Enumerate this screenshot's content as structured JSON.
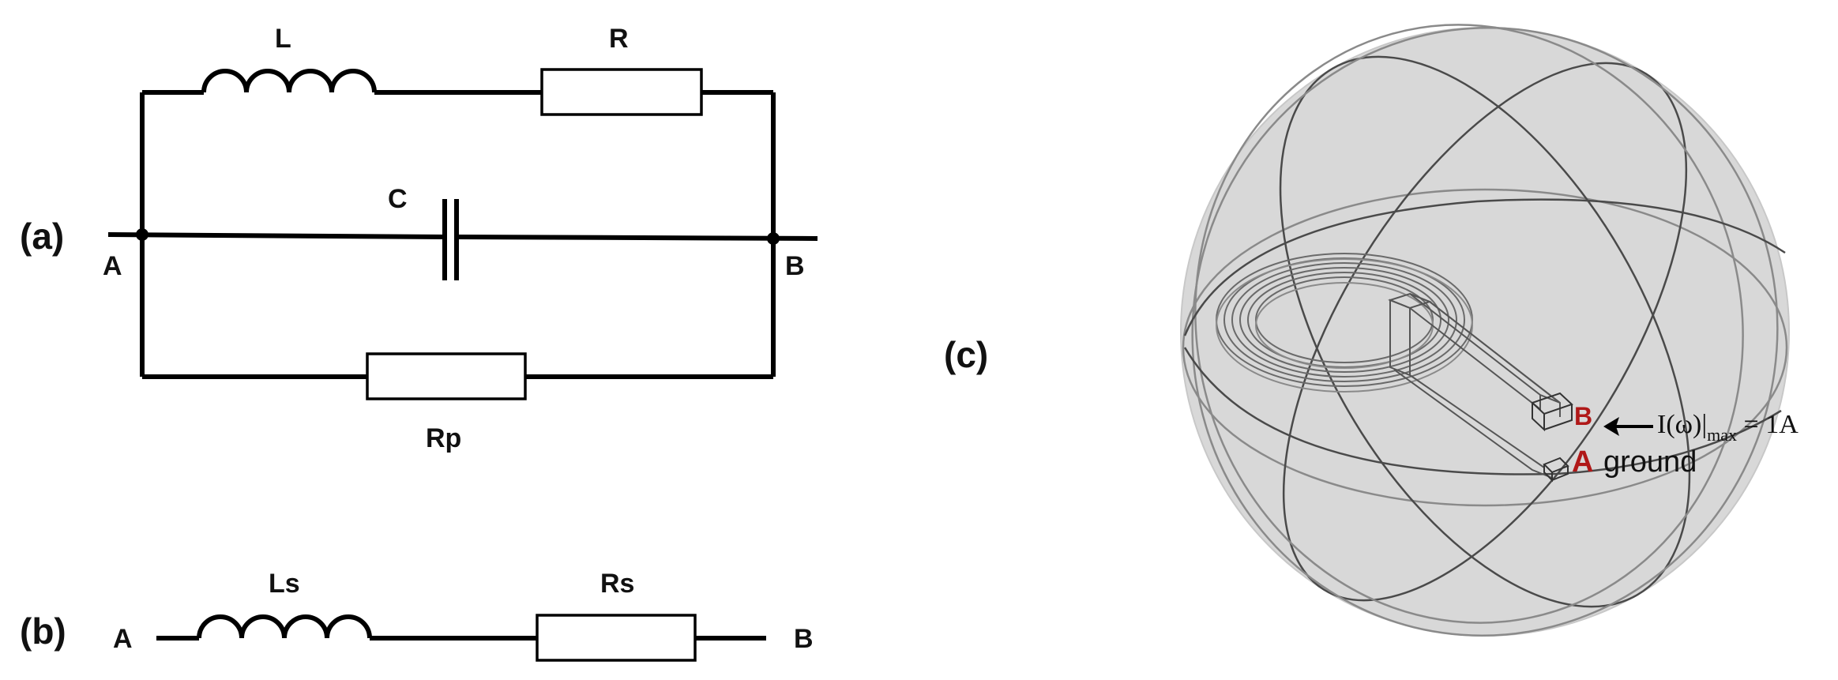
{
  "panel_a": {
    "tag": "(a)",
    "inductor": "L",
    "resistor": "R",
    "capacitor": "C",
    "parallel_resistor": "Rp",
    "node_left": "A",
    "node_right": "B"
  },
  "panel_b": {
    "tag": "(b)",
    "inductor": "Ls",
    "resistor": "Rs",
    "node_left": "A",
    "node_right": "B"
  },
  "panel_c": {
    "tag": "(c)",
    "terminal_b": "B",
    "terminal_a": "A",
    "ground_label": "ground",
    "current_main": "I(ω)|",
    "current_sub": "max",
    "current_value": " = 1A"
  },
  "colors": {
    "terminal_red": "#b01818",
    "sphere_fill": "#d8d8d8",
    "sphere_dark_line": "#4a4a4a",
    "sphere_light_line": "#8a8a8a",
    "coil_line": "#6a6a6a"
  }
}
